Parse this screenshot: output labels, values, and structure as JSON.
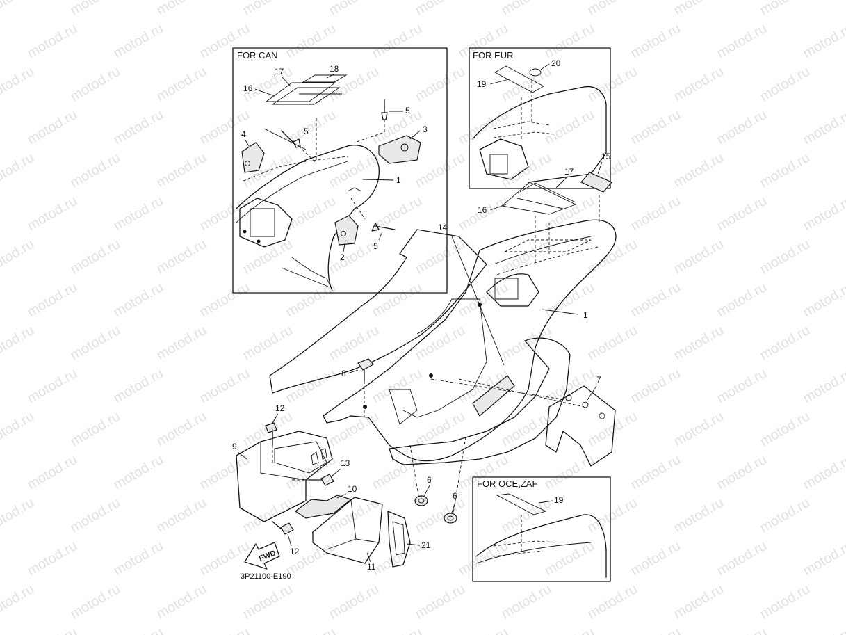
{
  "watermark": "motod.ru",
  "insets": {
    "can": {
      "title": "FOR CAN"
    },
    "eur": {
      "title": "FOR EUR"
    },
    "oce": {
      "title": "FOR OCE,ZAF"
    }
  },
  "callouts": {
    "c1a": "1",
    "c1b": "1",
    "c2": "2",
    "c3": "3",
    "c4": "4",
    "c5a": "5",
    "c5b": "5",
    "c5c": "5",
    "c6a": "6",
    "c6b": "6",
    "c7": "7",
    "c8": "8",
    "c9": "9",
    "c10": "10",
    "c11": "11",
    "c12a": "12",
    "c12b": "12",
    "c13": "13",
    "c14": "14",
    "c15": "15",
    "c16a": "16",
    "c16b": "16",
    "c17a": "17",
    "c17b": "17",
    "c18": "18",
    "c19a": "19",
    "c19b": "19",
    "c20": "20",
    "c21": "21"
  },
  "fwd_label": "FWD",
  "diagram_code": "3P21100-E190",
  "icons": [
    "bolt-icon",
    "grommet-icon",
    "bracket-icon",
    "fwd-arrow-icon"
  ]
}
